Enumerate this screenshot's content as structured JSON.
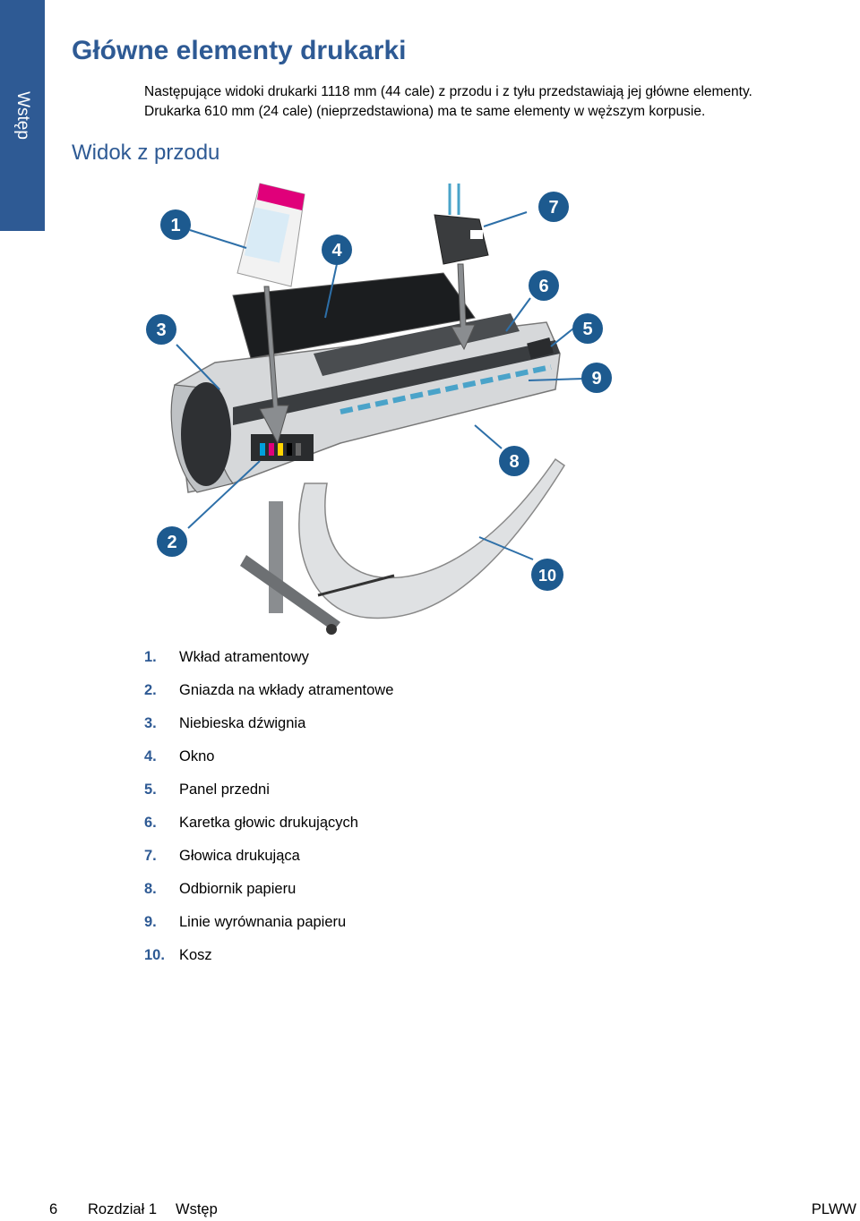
{
  "side_tab": {
    "label": "Wstęp"
  },
  "header": {
    "title": "Główne elementy drukarki"
  },
  "intro": {
    "line1": "Następujące widoki drukarki 1118 mm (44 cale) z przodu i z tyłu przedstawiają jej główne elementy.",
    "line2": "Drukarka 610 mm (24 cale) (nieprzedstawiona) ma te same elementy w węższym korpusie."
  },
  "section": {
    "title": "Widok z przodu"
  },
  "figure": {
    "callouts": [
      "1",
      "2",
      "3",
      "4",
      "5",
      "6",
      "7",
      "8",
      "9",
      "10"
    ],
    "accent_color": "#1d5a8f",
    "line_color": "#2d6fa8"
  },
  "legend": [
    {
      "num": "1.",
      "label": "Wkład atramentowy"
    },
    {
      "num": "2.",
      "label": "Gniazda na wkłady atramentowe"
    },
    {
      "num": "3.",
      "label": "Niebieska dźwignia"
    },
    {
      "num": "4.",
      "label": "Okno"
    },
    {
      "num": "5.",
      "label": "Panel przedni"
    },
    {
      "num": "6.",
      "label": "Karetka głowic drukujących"
    },
    {
      "num": "7.",
      "label": "Głowica drukująca"
    },
    {
      "num": "8.",
      "label": "Odbiornik papieru"
    },
    {
      "num": "9.",
      "label": "Linie wyrównania papieru"
    },
    {
      "num": "10.",
      "label": "Kosz"
    }
  ],
  "footer": {
    "page_number": "6",
    "chapter": "Rozdział 1",
    "chapter_name": "Wstęp",
    "doc_code": "PLWW"
  }
}
